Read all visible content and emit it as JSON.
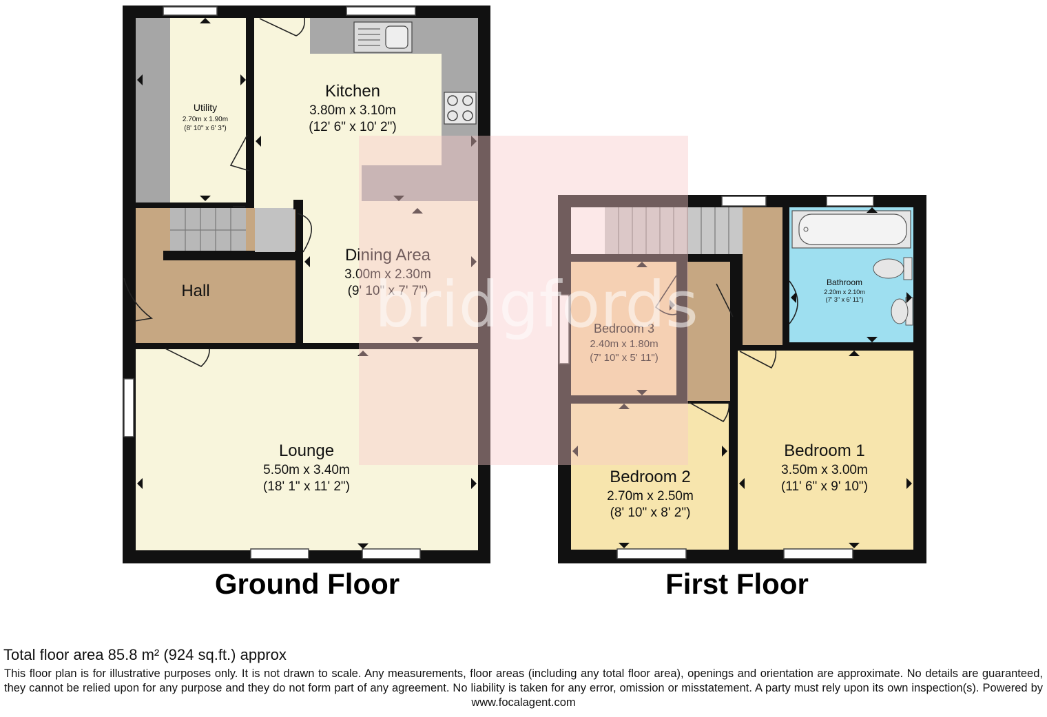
{
  "watermark": "bridgfords",
  "floors": {
    "ground": {
      "title": "Ground Floor",
      "rooms": {
        "kitchen": {
          "name": "Kitchen",
          "metric": "3.80m x 3.10m",
          "imperial": "(12' 6\" x 10' 2\")"
        },
        "utility": {
          "name": "Utility",
          "metric": "2.70m x 1.90m",
          "imperial": "(8' 10\" x 6' 3\")"
        },
        "dining": {
          "name": "Dining Area",
          "metric": "3.00m x 2.30m",
          "imperial": "(9' 10\" x 7' 7\")"
        },
        "hall": {
          "name": "Hall"
        },
        "lounge": {
          "name": "Lounge",
          "metric": "5.50m x 3.40m",
          "imperial": "(18' 1\" x 11' 2\")"
        }
      }
    },
    "first": {
      "title": "First Floor",
      "rooms": {
        "bathroom": {
          "name": "Bathroom",
          "metric": "2.20m x 2.10m",
          "imperial": "(7' 3\" x 6' 11\")"
        },
        "bedroom3": {
          "name": "Bedroom 3",
          "metric": "2.40m x 1.80m",
          "imperial": "(7' 10\" x 5' 11\")"
        },
        "bedroom2": {
          "name": "Bedroom 2",
          "metric": "2.70m x 2.50m",
          "imperial": "(8' 10\" x 8' 2\")"
        },
        "bedroom1": {
          "name": "Bedroom 1",
          "metric": "3.50m x 3.00m",
          "imperial": "(11' 6\" x 9' 10\")"
        }
      }
    }
  },
  "footer": {
    "total_area": "Total floor area 85.8 m² (924 sq.ft.) approx",
    "disclaimer": "This floor plan is for illustrative purposes only. It is not drawn to scale. Any measurements, floor areas (including any total floor area), openings and orientation are approximate. No details are guaranteed, they cannot be relied upon for any purpose and they do not form part of any agreement. No liability is taken for any error, omission or misstatement. A party must rely upon its own inspection(s). Powered by www.focalagent.com"
  },
  "colors": {
    "wall": "#111111",
    "cream_room": "#f8f5dc",
    "kitchen_worktop": "#a8a8a8",
    "hall": "#c6a782",
    "stairs": "#b8b8b8",
    "bathroom": "#9edff0",
    "bedroom3": "#f3d6a4",
    "bedroom_yellow": "#f7e5ad",
    "watermark_box": "#f9c8c8"
  }
}
